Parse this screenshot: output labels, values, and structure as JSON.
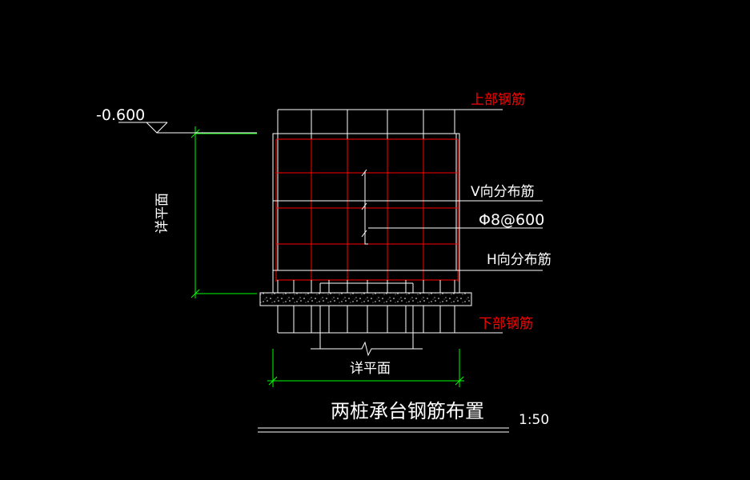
{
  "drawing": {
    "title": "两桩承台钢筋布置",
    "scale": "1:50",
    "elevation": "-0.600",
    "labels": {
      "top_rebar": "上部钢筋",
      "v_distribution": "V向分布筋",
      "rebar_spec": "Φ8@600",
      "h_distribution": "H向分布筋",
      "bottom_rebar": "下部钢筋",
      "dim_vertical": "详平面",
      "dim_horizontal": "详平面"
    }
  },
  "colors": {
    "background": "#000000",
    "outline": "#ffffff",
    "rebar": "#ff0000",
    "dimension": "#00ff00",
    "leader_text": "#ffffff",
    "callout_red": "#ff0000"
  }
}
